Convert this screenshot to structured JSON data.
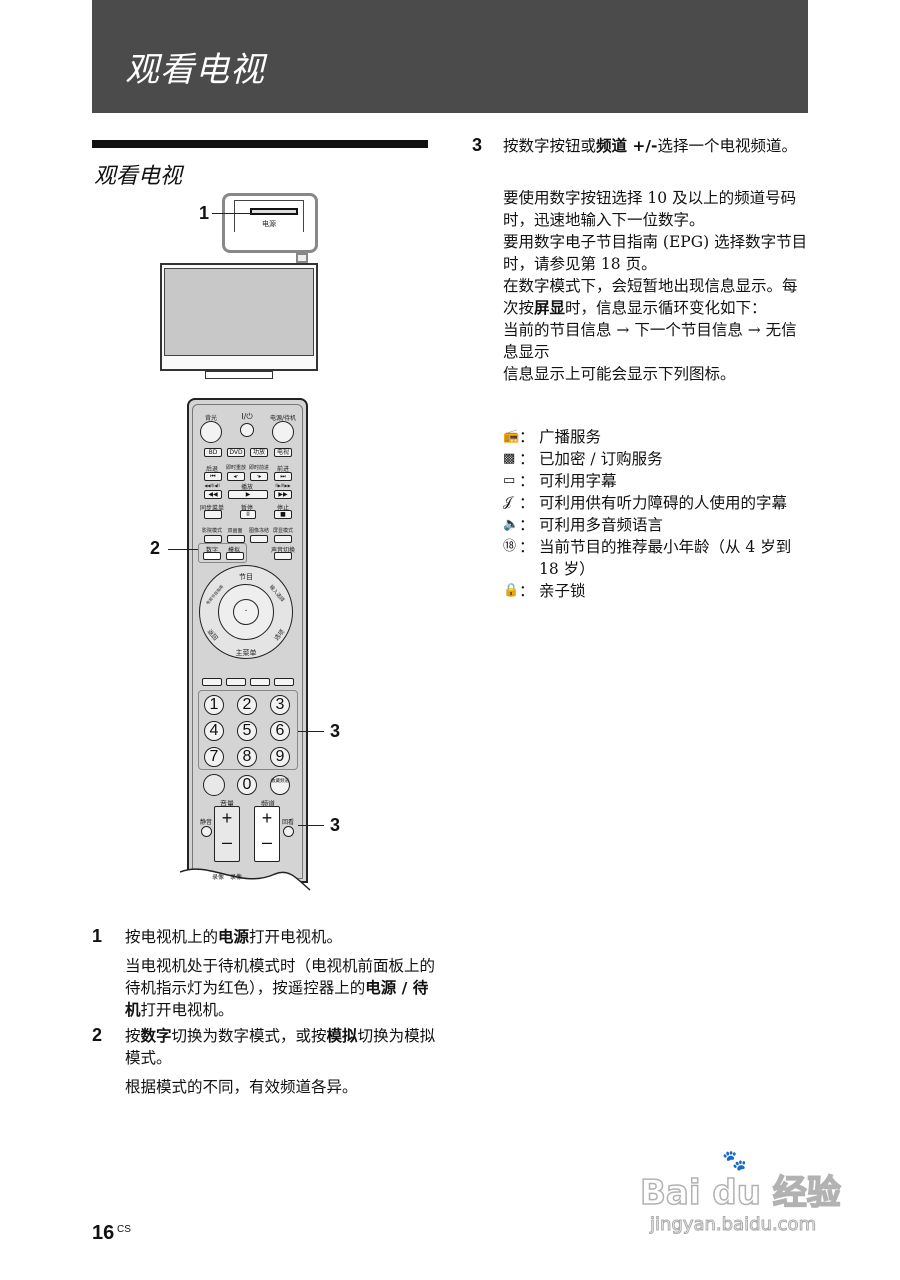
{
  "header": {
    "title": "观看电视"
  },
  "section": {
    "title": "观看电视"
  },
  "figure": {
    "callout_1": "1",
    "callout_2": "2",
    "callout_3a": "3",
    "callout_3b": "3",
    "tv_power_label": "电源",
    "remote": {
      "backlight": "背光",
      "io": "I/⏻",
      "power_standby": "电源/待机",
      "source_buttons": [
        "BD",
        "DVD",
        "功放",
        "电视"
      ],
      "row3_labels": [
        "后退",
        "即时重放",
        "即时前进",
        "前进"
      ],
      "row3_buttons": [
        "⏮",
        "◂·",
        "·▸",
        "⏭"
      ],
      "row4_labels": [
        "◀◀II/◀II",
        "播放",
        "II▶/II▶▶"
      ],
      "row4_buttons": [
        "◀◀",
        "▶",
        "▶▶"
      ],
      "row5_labels": [
        "同步菜单",
        "暂停",
        "停止"
      ],
      "row5_buttons": [
        "",
        "II",
        "■"
      ],
      "row6_labels": [
        "影院模式",
        "双画面",
        "图像冻结",
        "屏显模式"
      ],
      "row7_labels": [
        "数字",
        "模拟",
        "声音切换"
      ],
      "ring": {
        "top": "节目",
        "top_right": "输入选择",
        "bottom_right": "选项",
        "bottom": "主菜单",
        "bottom_left": "返回",
        "top_left": "电视节目指南"
      },
      "digits": [
        "1",
        "2",
        "3",
        "4",
        "5",
        "6",
        "7",
        "8",
        "9",
        "0"
      ],
      "favorite": "收藏频道",
      "volume": "音量",
      "channel": "频道",
      "mute": "静音",
      "recall": "回看",
      "plus": "+",
      "minus": "–",
      "bottom_labels": [
        "录像",
        "录像"
      ]
    }
  },
  "steps_left": [
    {
      "number": "1",
      "main": [
        "按电视机上的",
        "电源",
        "打开电视机。"
      ],
      "detail": [
        "当电视机处于待机模式时（电视机前面板上的待机指示灯为红色），按遥控器上的",
        "电源 / 待机",
        "打开电视机。"
      ]
    },
    {
      "number": "2",
      "main": [
        "按",
        "数字",
        "切换为数字模式，或按",
        "模拟",
        "切换为模拟模式。"
      ],
      "detail": "根据模式的不同，有效频道各异。"
    }
  ],
  "step_right": {
    "number": "3",
    "main": [
      "按数字按钮或",
      "频道 +/-",
      "选择一个电视频道。"
    ],
    "p1": "要使用数字按钮选择 10 及以上的频道号码时，迅速地输入下一位数字。",
    "p2": "要用数字电子节目指南 (EPG) 选择数字节目时，请参见第 18 页。",
    "p3": [
      "在数字模式下，会短暂地出现信息显示。每次按",
      "屏显",
      "时，信息显示循环变化如下："
    ],
    "p4": "当前的节目信息 → 下一个节目信息 → 无信息显示",
    "p5": "信息显示上可能会显示下列图标。",
    "icons": [
      {
        "icon": "broadcast-service-icon",
        "glyph": "📻",
        "text": "广播服务"
      },
      {
        "icon": "encrypted-icon",
        "glyph": "▩",
        "text": "已加密 / 订购服务"
      },
      {
        "icon": "subtitle-icon",
        "glyph": "▭",
        "text": "可利用字幕"
      },
      {
        "icon": "hearing-impaired-subtitle-icon",
        "glyph": "𝒥",
        "text": "可利用供有听力障碍的人使用的字幕"
      },
      {
        "icon": "multi-audio-icon",
        "glyph": "🔈",
        "text": "可利用多音频语言"
      },
      {
        "icon": "age-rating-icon",
        "glyph": "⑱",
        "text": "当前节目的推荐最小年龄（从 4 岁到 18 岁）"
      },
      {
        "icon": "parental-lock-icon",
        "glyph": "🔒",
        "text": "亲子锁"
      }
    ]
  },
  "footer": {
    "page": "16",
    "lang": "CS"
  },
  "watermark": {
    "logo": "Bai du 经验",
    "url": "jingyan.baidu.com"
  }
}
